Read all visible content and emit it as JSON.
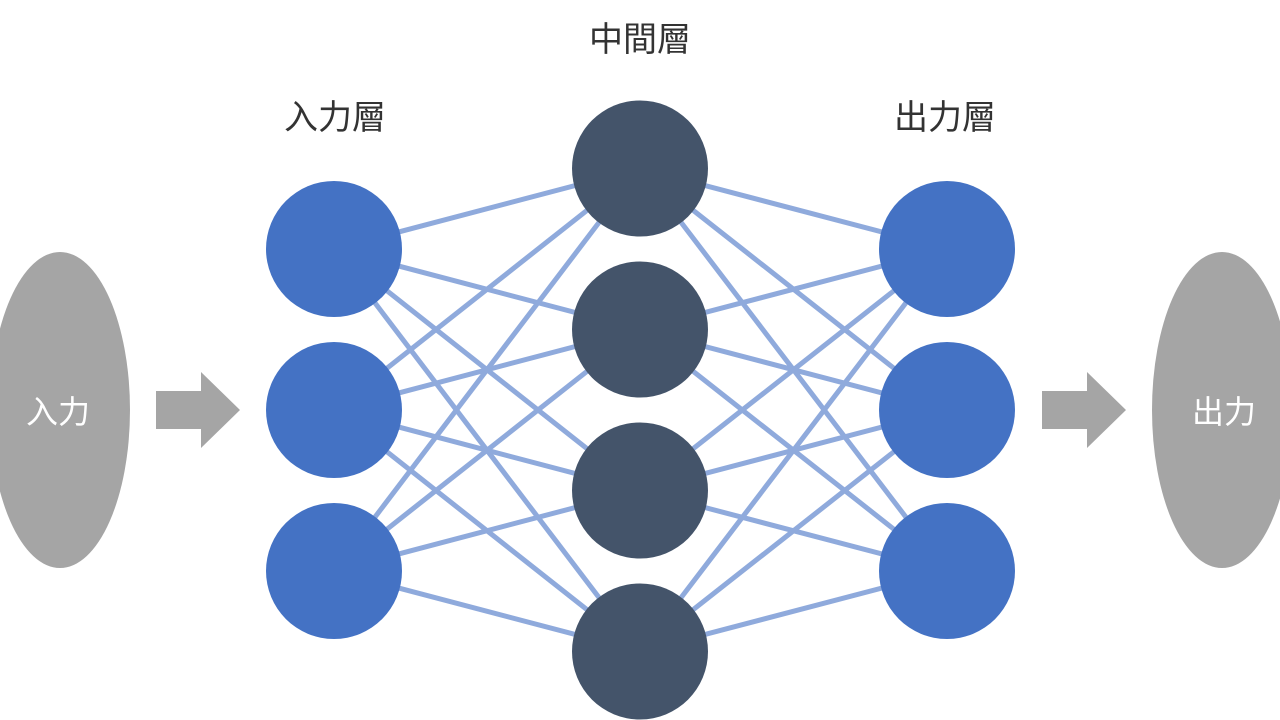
{
  "labels": {
    "hidden_layer": "中間層",
    "input_layer": "入力層",
    "output_layer": "出力層",
    "input": "入力",
    "output": "出力"
  },
  "network": {
    "input_nodes": 3,
    "hidden_nodes": 4,
    "output_nodes": 3
  },
  "colors": {
    "input_node": "#4472C4",
    "hidden_node": "#44546A",
    "output_node": "#4472C4",
    "connection": "#8FAADC",
    "io_shape": "#A5A5A5"
  }
}
